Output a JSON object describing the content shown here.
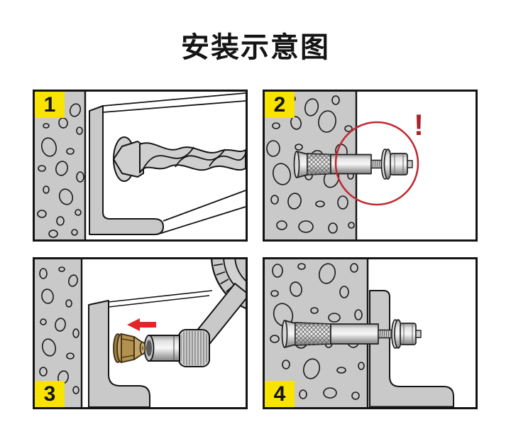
{
  "title": "安装示意图",
  "steps": [
    {
      "number": "1",
      "name": "drill-hole"
    },
    {
      "number": "2",
      "name": "insert-anchor",
      "warning_mark": "!"
    },
    {
      "number": "3",
      "name": "tighten-nut-with-wrench"
    },
    {
      "number": "4",
      "name": "installation-complete"
    }
  ],
  "colors": {
    "badge_yellow": "#f8e400",
    "warning_red": "#a8242a",
    "highlight_circle_red": "#c02a33",
    "arrow_red": "#e32528",
    "concrete_gray": "#c9c9c9",
    "metal_gray": "#cfcfcf",
    "brass": "#b3924f",
    "outline_black": "#141414"
  }
}
